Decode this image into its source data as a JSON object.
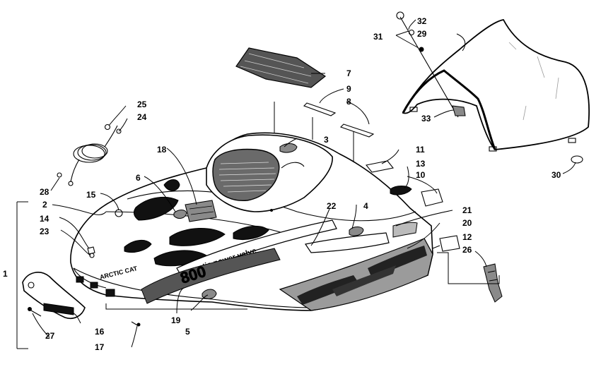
{
  "diagram": {
    "callouts": [
      "1",
      "2",
      "3",
      "4",
      "5",
      "6",
      "7",
      "8",
      "9",
      "10",
      "11",
      "12",
      "13",
      "14",
      "15",
      "16",
      "17",
      "18",
      "19",
      "20",
      "21",
      "22",
      "23",
      "24",
      "25",
      "26",
      "27",
      "28",
      "29",
      "30",
      "31",
      "32",
      "33"
    ],
    "decals": {
      "brand": "ARCTIC CAT",
      "model": "800",
      "stripe_text": "arctic power valve"
    }
  }
}
